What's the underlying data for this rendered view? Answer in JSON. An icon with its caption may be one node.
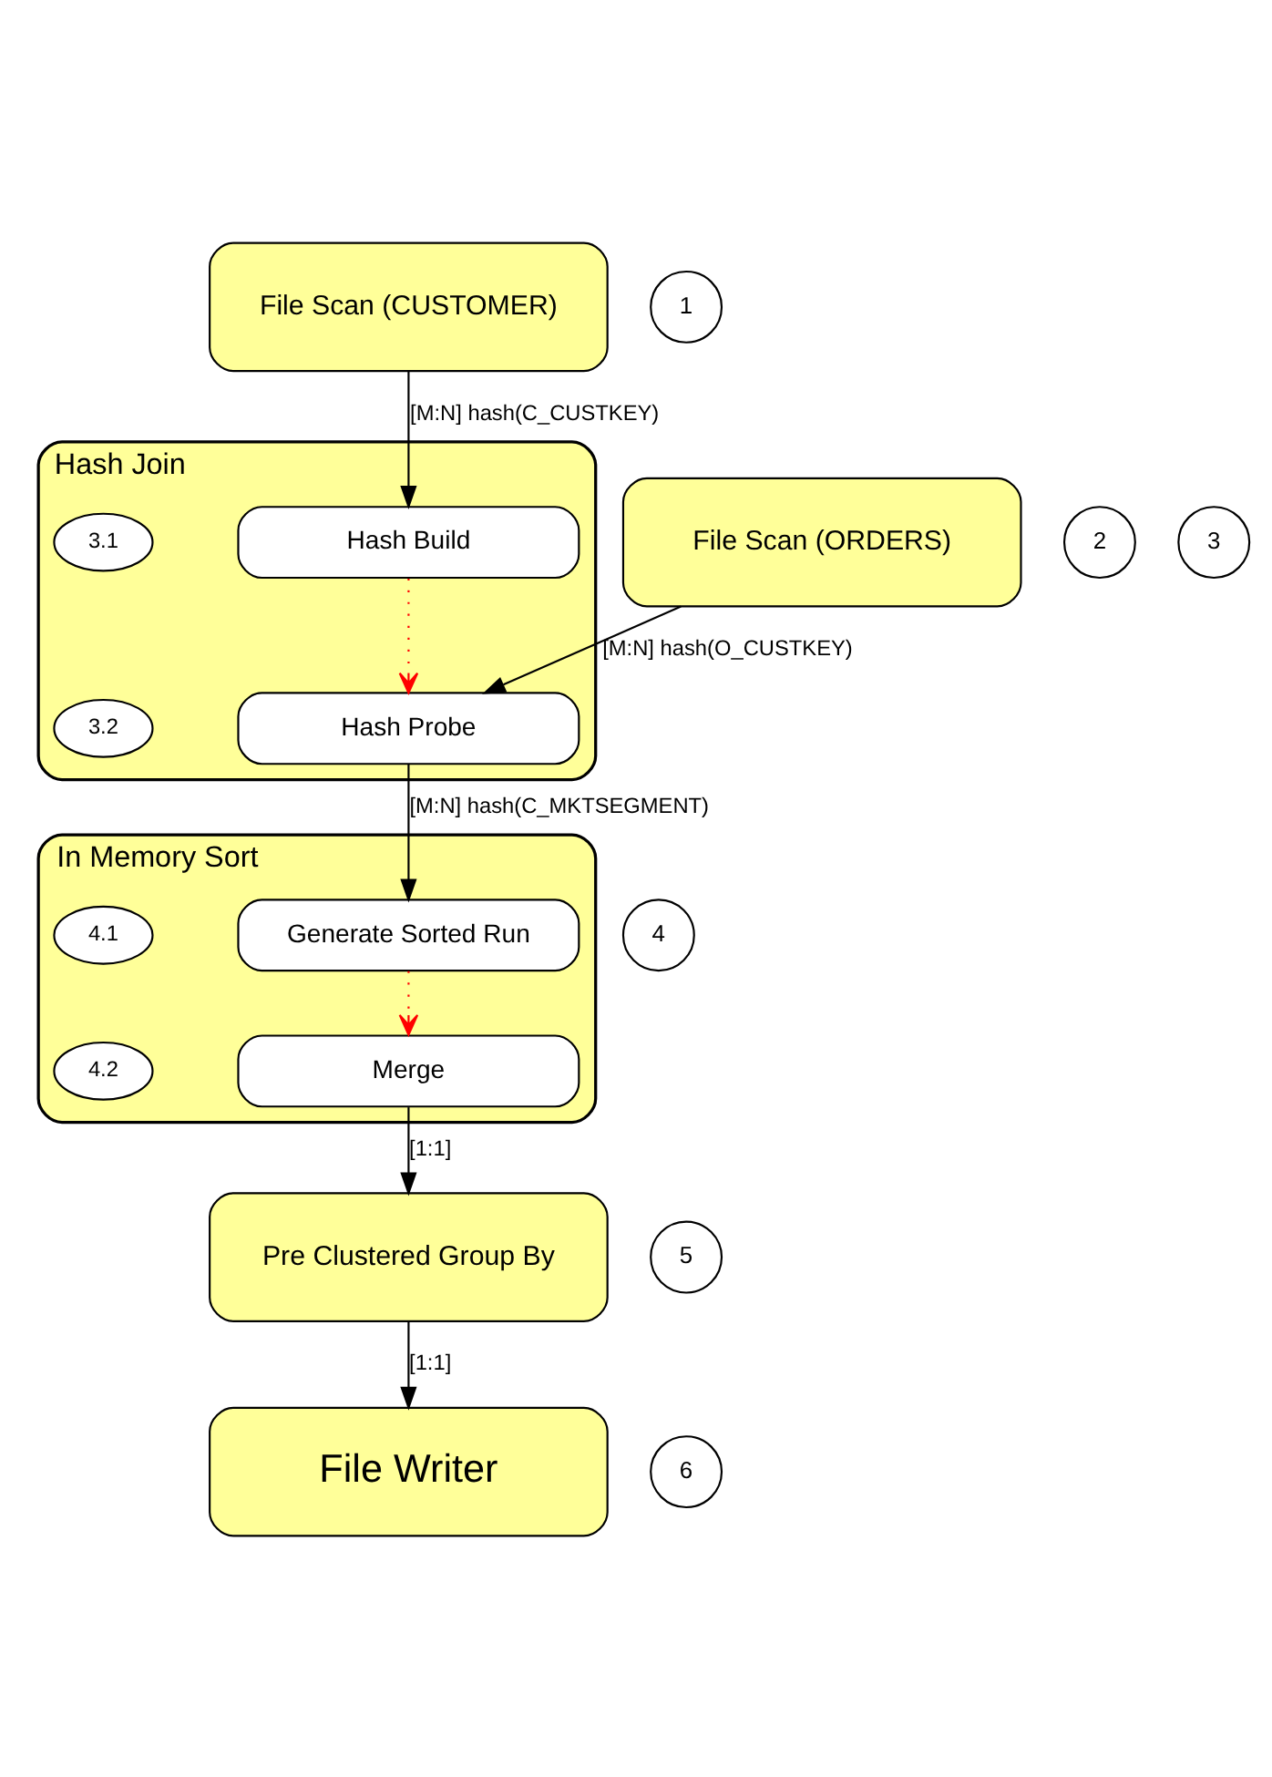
{
  "diagram": {
    "nodes": [
      {
        "text": [
          "File Scan (CUSTOMER)"
        ]
      },
      {
        "text": [
          "1"
        ]
      },
      {
        "text": [
          "File Scan (ORDERS)"
        ]
      },
      {
        "text": [
          "2"
        ]
      },
      {
        "text": [
          "Hash Join"
        ]
      },
      {
        "text": [
          "3"
        ]
      },
      {
        "text": [
          "3.1"
        ],
        "in": 4
      },
      {
        "text": [
          "Hash Build"
        ],
        "in": 4
      },
      {
        "text": [
          "3.2"
        ],
        "in": 4
      },
      {
        "text": [
          "Hash Probe"
        ],
        "in": 4
      },
      {
        "text": [
          "In Memory Sort"
        ]
      },
      {
        "text": [
          "4"
        ]
      },
      {
        "text": [
          "4.1"
        ],
        "in": 10
      },
      {
        "text": [
          "Generate Sorted Run"
        ],
        "in": 10
      },
      {
        "text": [
          "4.2"
        ],
        "in": 10
      },
      {
        "text": [
          "Merge"
        ],
        "in": 10
      },
      {
        "text": [
          "Pre Clustered Group By"
        ]
      },
      {
        "text": [
          "5"
        ]
      },
      {
        "text": [
          "File Writer"
        ]
      },
      {
        "text": [
          "6"
        ]
      }
    ],
    "edges": [
      {
        "from": 0,
        "to": 7,
        "arrow": "to",
        "label": "[M:N] hash(C_CUSTKEY)"
      },
      {
        "from": 2,
        "to": 9,
        "arrow": "to",
        "label": "[M:N] hash(O_CUSTKEY)"
      },
      {
        "from": 7,
        "to": 9,
        "arrow": "to",
        "style": "dashed",
        "color": "#ff0000"
      },
      {
        "from": 9,
        "to": 13,
        "arrow": "to",
        "label": "[M:N] hash(C_MKTSEGMENT)"
      },
      {
        "from": 13,
        "to": 15,
        "arrow": "to",
        "style": "dashed",
        "color": "#ff0000"
      },
      {
        "from": 15,
        "to": 16,
        "arrow": "to",
        "label": "[1:1]"
      },
      {
        "from": 16,
        "to": 18,
        "arrow": "to",
        "label": "[1:1]"
      }
    ]
  }
}
